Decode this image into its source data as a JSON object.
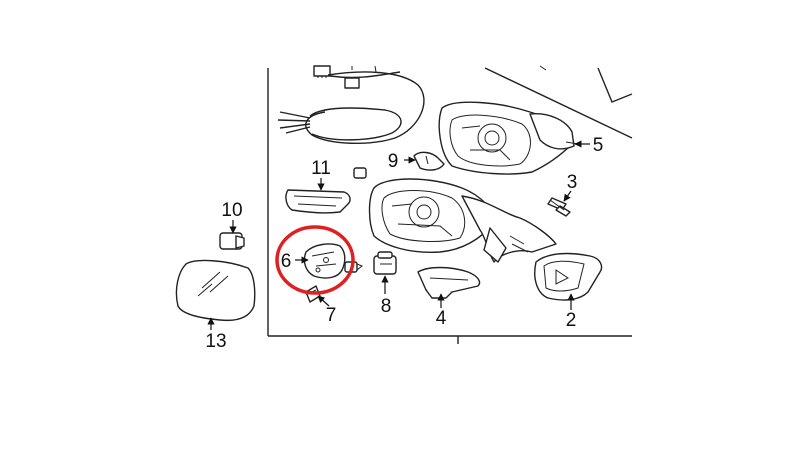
{
  "diagram": {
    "callouts": {
      "c1": "2",
      "c2": "3",
      "c3": "4",
      "c4": "5",
      "c5": "6",
      "c6": "7",
      "c7": "8",
      "c8": "9",
      "c9": "10",
      "c10": "11",
      "c11": "13"
    },
    "highlight": {
      "target": "6",
      "color": "#e02020"
    }
  }
}
